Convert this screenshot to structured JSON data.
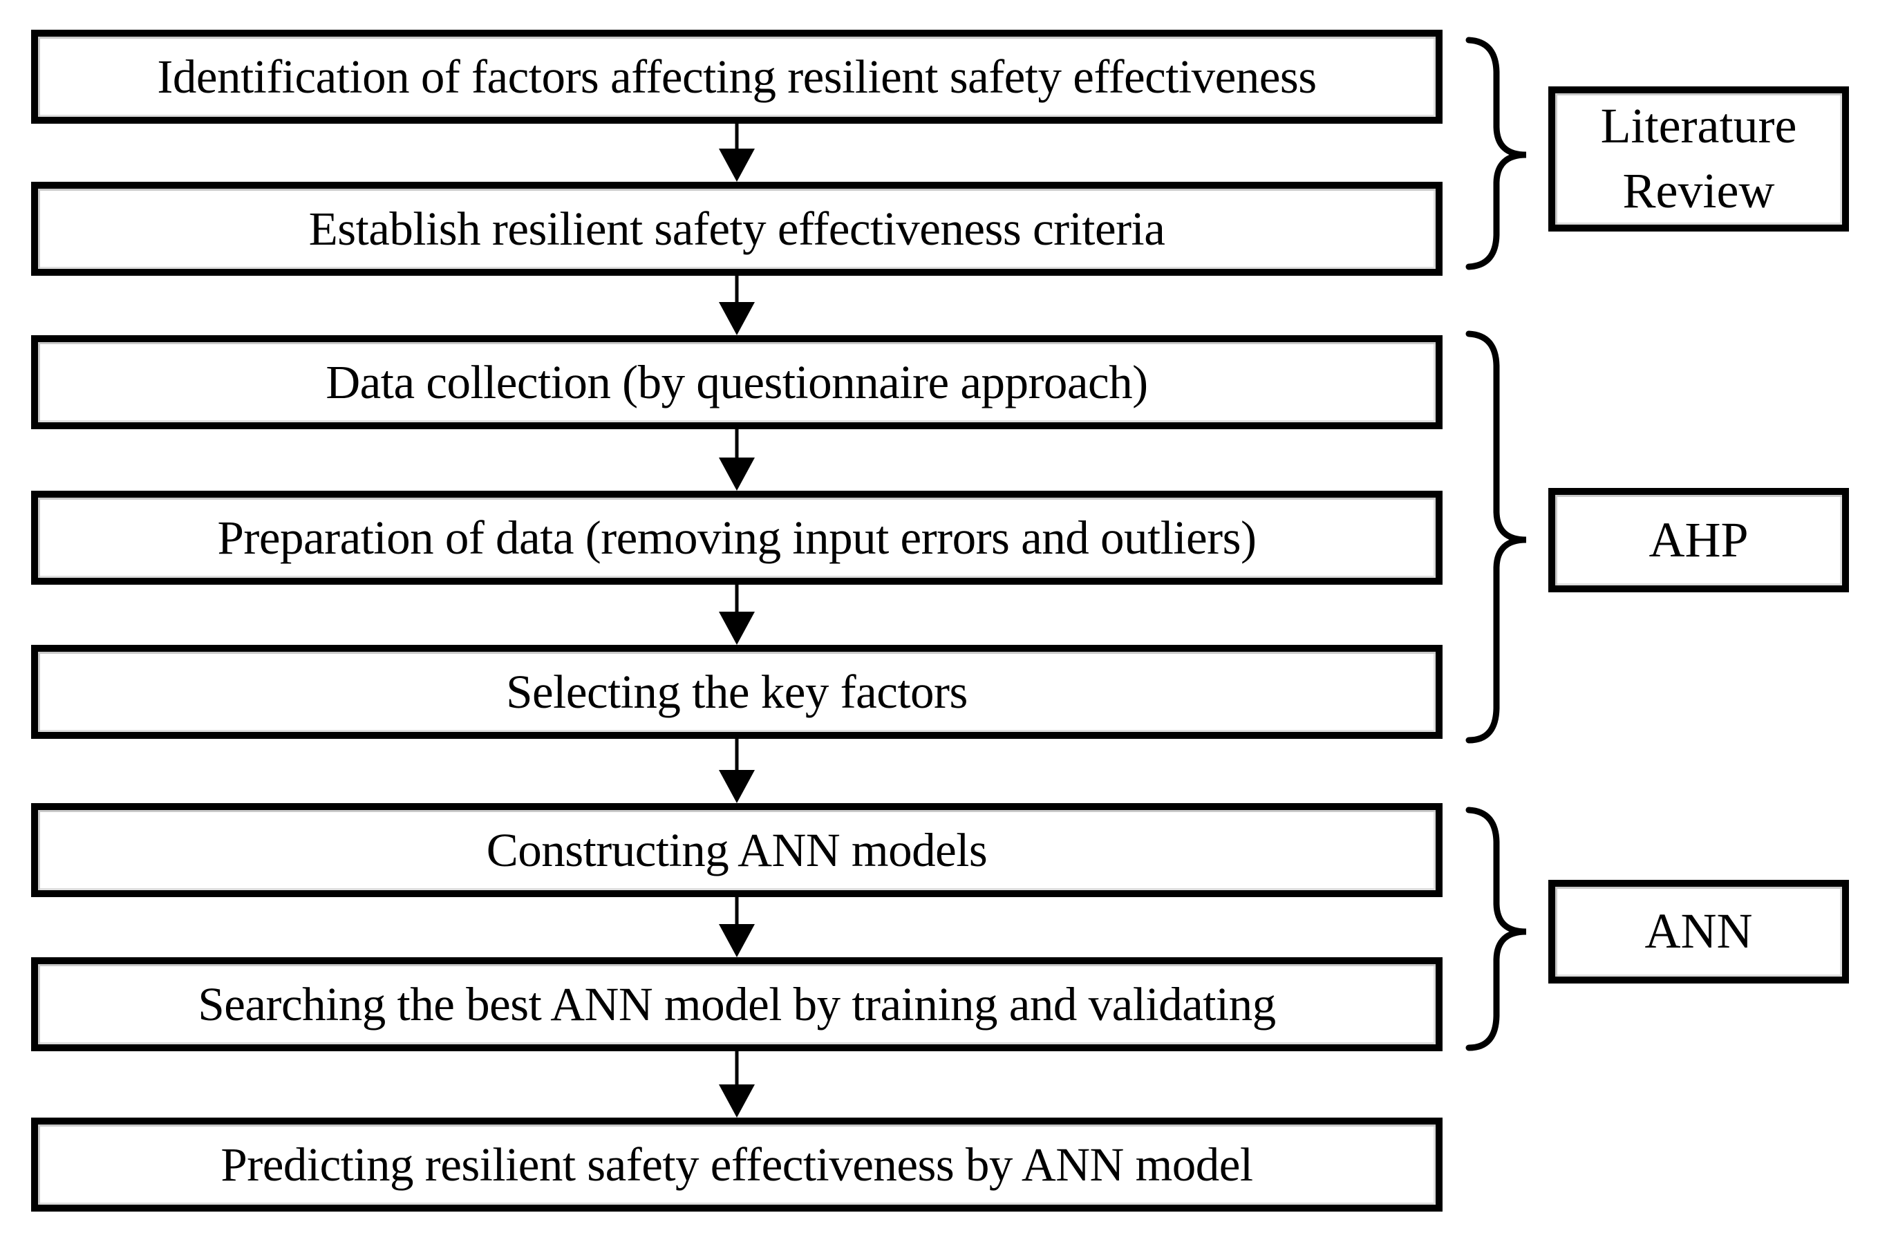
{
  "figure": {
    "background_color": "#ffffff",
    "stroke_color": "#000000",
    "box_fill_color": "#ffffff",
    "text_color": "#000000"
  },
  "flow_steps": [
    {
      "label": "Identification of factors affecting resilient safety effectiveness"
    },
    {
      "label": "Establish resilient safety effectiveness criteria"
    },
    {
      "label": "Data collection (by questionnaire approach)"
    },
    {
      "label": "Preparation of data (removing input errors and outliers)"
    },
    {
      "label": "Selecting the key factors"
    },
    {
      "label": "Constructing ANN models"
    },
    {
      "label": "Searching the best ANN model by training and validating"
    },
    {
      "label": "Predicting resilient safety effectiveness by ANN model"
    }
  ],
  "phase_labels": [
    {
      "label": "Literature Review",
      "first_step": 1,
      "last_step": 2
    },
    {
      "label": "AHP",
      "first_step": 3,
      "last_step": 5
    },
    {
      "label": "ANN",
      "first_step": 6,
      "last_step": 7
    }
  ]
}
